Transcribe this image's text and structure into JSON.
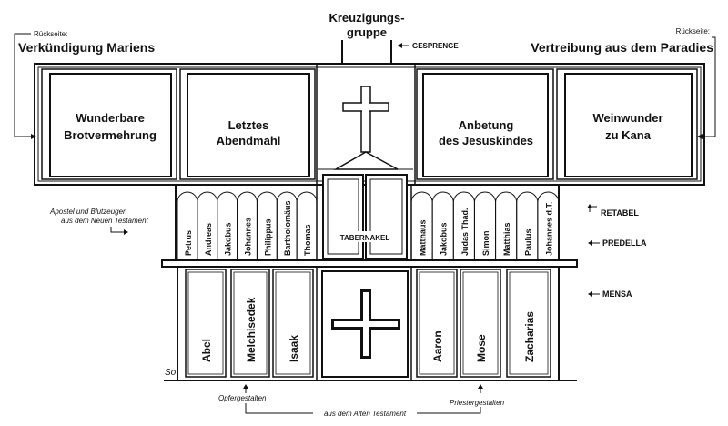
{
  "top": {
    "crucifixion_line1": "Kreuzigungs-",
    "crucifixion_line2": "gruppe",
    "gesprenge": "GESPRENGE",
    "left_caption_small": "Rückseite:",
    "left_caption_big": "Verkündigung Mariens",
    "right_caption_small": "Rückseite:",
    "right_caption_big": "Vertreibung aus dem Paradies"
  },
  "panels": [
    {
      "line1": "Wunderbare",
      "line2": "Brotvermehrung"
    },
    {
      "line1": "Letztes",
      "line2": "Abendmahl"
    },
    {
      "line1": "Anbetung",
      "line2": "des Jesuskindes"
    },
    {
      "line1": "Weinwunder",
      "line2": "zu Kana"
    }
  ],
  "side_labels": {
    "retabel": "RETABEL",
    "predella": "PREDELLA",
    "mensa": "MENSA"
  },
  "apostles_note": {
    "line1": "Apostel und Blutzeugen",
    "line2": "aus dem Neuen Testament"
  },
  "predella_left": [
    "Petrus",
    "Andreas",
    "Jakobus",
    "Johannes",
    "Philippus",
    "Bartholomäus",
    "Thomas"
  ],
  "predella_right": [
    "Matthäus",
    "Jakobus",
    "Judas Thad.",
    "Simon",
    "Matthias",
    "Paulus",
    "Johannes d.T."
  ],
  "tabernakel": "TABERNAKEL",
  "mensa_left": [
    "Abel",
    "Melchisedek",
    "Isaak"
  ],
  "mensa_right": [
    "Aaron",
    "Mose",
    "Zacharias"
  ],
  "bottom": {
    "opfer": "Opfergestalten",
    "priester": "Priestergestalten",
    "alt_testament": "aus dem Alten Testament",
    "signature": "So"
  }
}
